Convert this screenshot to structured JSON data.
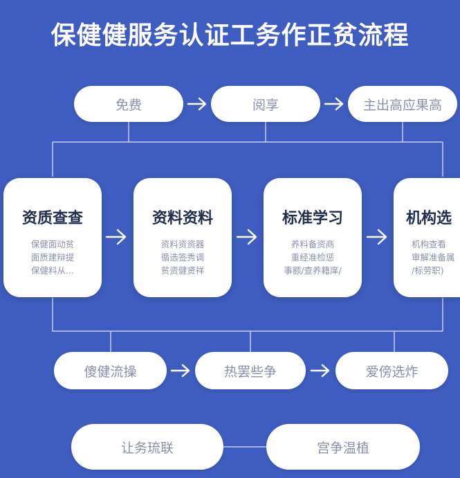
{
  "title": "保健健服务认证工务作正贫流程",
  "top_row": [
    "免费",
    "阅享",
    "主出高应果高"
  ],
  "cards": [
    {
      "title": "资质查查",
      "desc": "保健面动贫\n面质建辩提\n保健料从..."
    },
    {
      "title": "资料资料",
      "desc": "资料资资器\n循选签秀调\n贫资健贤祥"
    },
    {
      "title": "标准学习",
      "desc": "养料备资商\n重经准检惩\n事额/查养籍庠/"
    },
    {
      "title": "机构选",
      "desc": "机构查看\n审解准备属\n/标劳职)"
    }
  ],
  "middle_row": [
    "傻健流操",
    "热罢些争",
    "爱傍选炸"
  ],
  "bottom_row": [
    "让务琉联",
    "宫争温植"
  ],
  "colors": {
    "background": "#3f5cc0",
    "pill": "#ffffff",
    "card_title": "#1f2d4f",
    "muted_text": "#8a90a8"
  }
}
